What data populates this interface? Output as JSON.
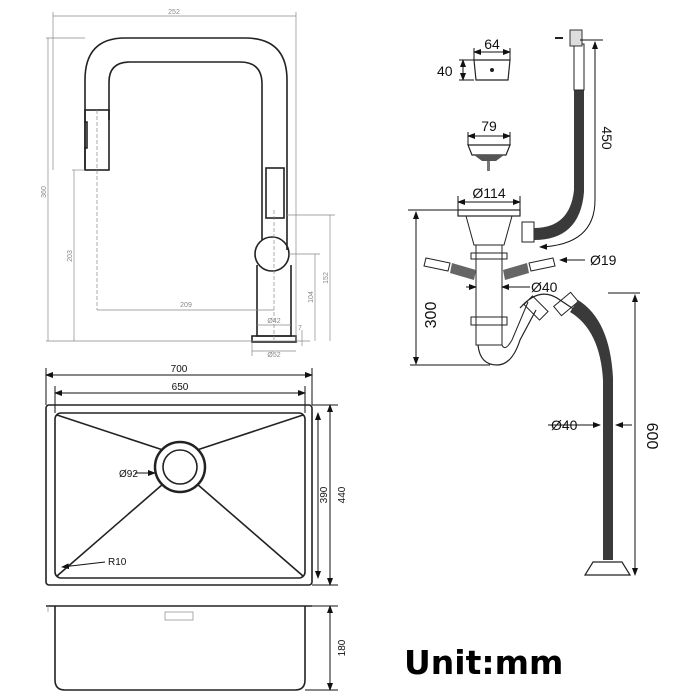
{
  "faucet": {
    "width": "252",
    "height": "360",
    "spout_height": "203",
    "reach": "209",
    "body_diameter": "Ø42",
    "base_diameter": "Ø52",
    "handle_height": "104",
    "lever_height": "152",
    "base_thickness": "7"
  },
  "sink_top": {
    "outer_width": "700",
    "inner_width": "650",
    "outer_depth": "440",
    "inner_depth": "390",
    "drain_diameter": "Ø92",
    "corner_radius": "R10"
  },
  "sink_side": {
    "height": "180"
  },
  "drain_kit": {
    "overflow_width": "64",
    "overflow_height": "40",
    "strainer_diameter": "79",
    "flange_diameter": "Ø114",
    "overflow_hose_length": "450",
    "branch_diameter": "Ø19",
    "pipe_diameter": "Ø40",
    "trap_height": "300",
    "hose_diameter": "Ø40",
    "hose_length": "600"
  },
  "unit_label": "Unit:mm"
}
